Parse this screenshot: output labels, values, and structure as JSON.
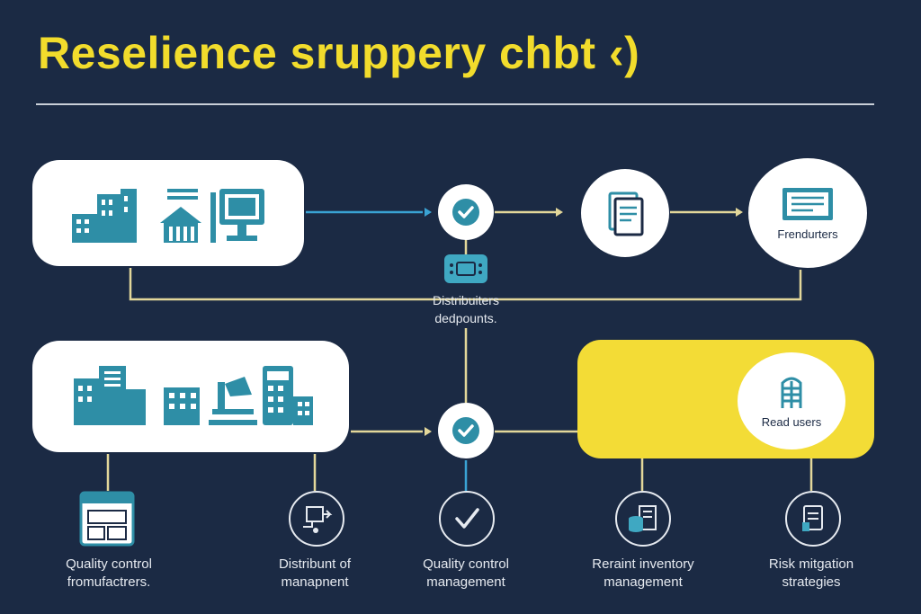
{
  "title": "Reselience sruppery chbt ‹)",
  "center_label": {
    "line1": "Distribuiters",
    "line2": "dedpounts."
  },
  "top_row": {
    "circle_end_label": "Frendurters"
  },
  "bottom_row": {
    "yellow_circle_label": "Read users"
  },
  "bottom_items": [
    {
      "line1": "Quality control",
      "line2": "fromufactrers."
    },
    {
      "line1": "Distribunt of",
      "line2": "manapnent"
    },
    {
      "line1": "Quality control",
      "line2": "management"
    },
    {
      "line1": "Reraint inventory",
      "line2": "management"
    },
    {
      "line1": "Risk mitgation",
      "line2": "strategies"
    }
  ],
  "colors": {
    "background": "#1b2a44",
    "accent_yellow": "#f3dc36",
    "accent_teal": "#2e8ea6",
    "connector_blue": "#3aa3d4",
    "connector_beige": "#e3d79a"
  },
  "icons": {
    "top_panel": [
      "buildings-icon",
      "warehouse-icon",
      "monitor-icon"
    ],
    "bottom_panel": [
      "office-buildings-icon",
      "factory-icon",
      "calculator-icon"
    ],
    "top_check": "check-icon",
    "device": "device-icon",
    "document_circle": "document-icon",
    "screen_circle": "screen-icon",
    "bottom_check": "check-icon",
    "yellow_circle": "server-rack-icon",
    "bottom_row_icons": [
      "browser-window-icon",
      "route-map-icon",
      "checkmark-icon",
      "inventory-icon",
      "risk-doc-icon"
    ]
  }
}
